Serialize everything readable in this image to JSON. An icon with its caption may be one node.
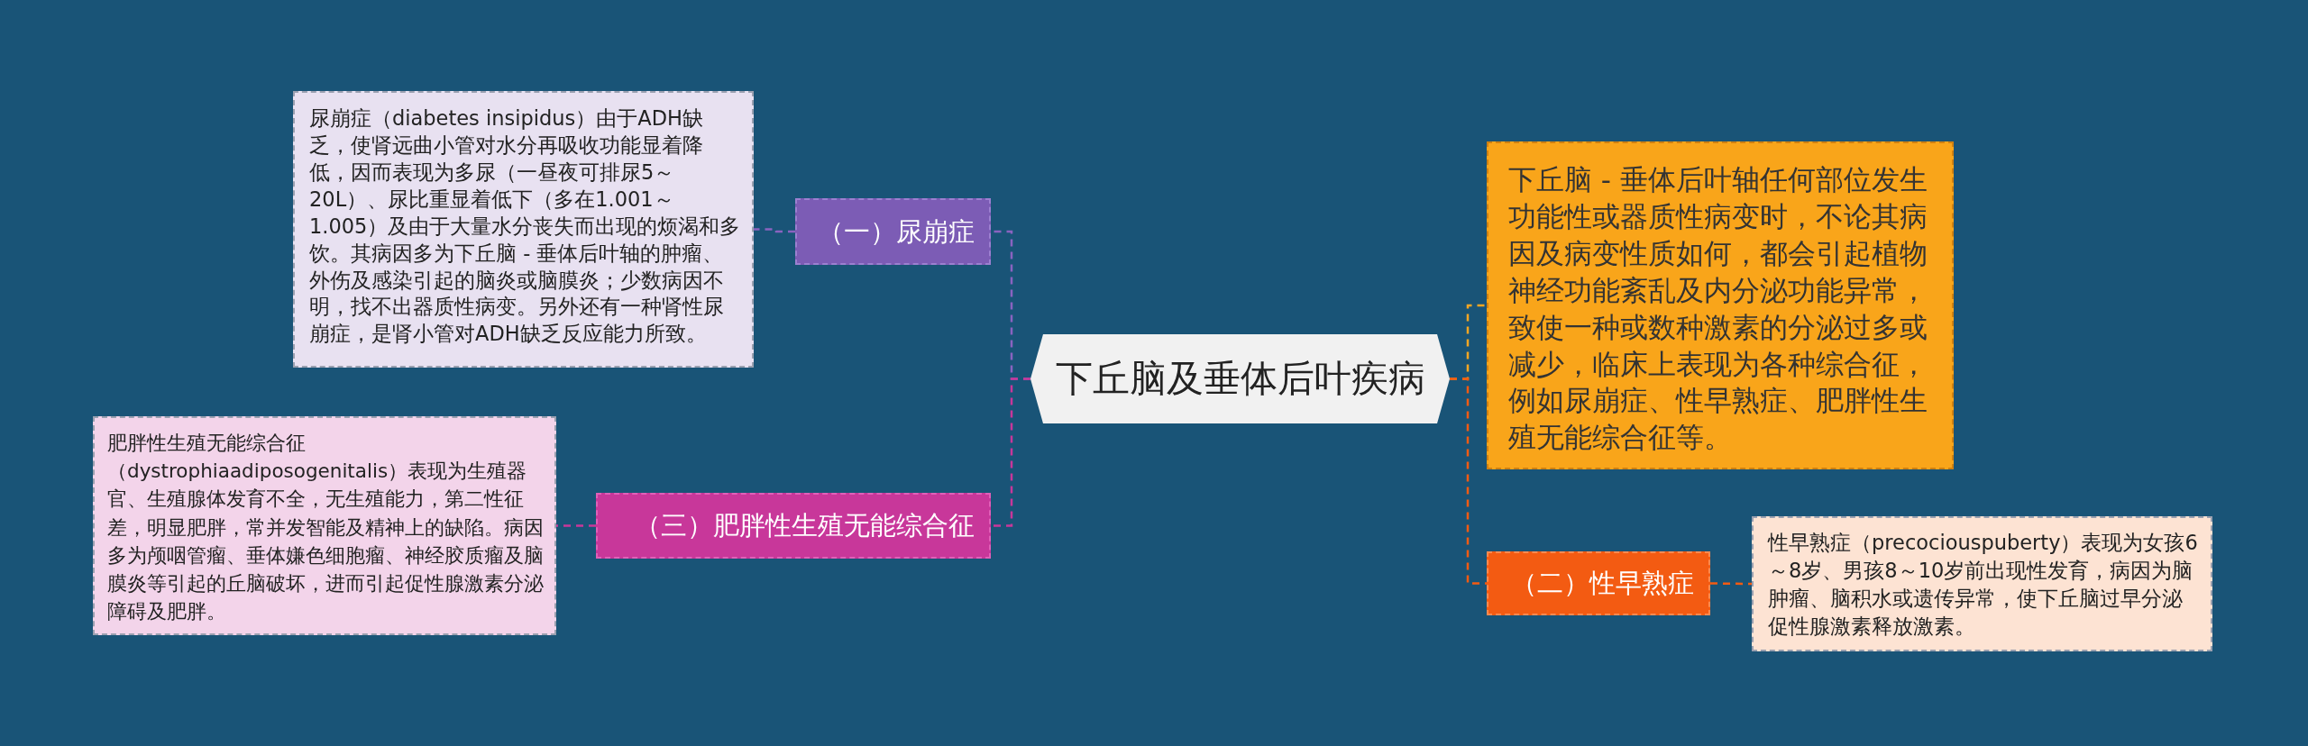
{
  "diagram": {
    "nodes": [
      {
        "text": [
          "下丘脑及垂体后叶疾病"
        ]
      },
      {
        "text": [
          "（一）尿崩症"
        ]
      },
      {
        "text": [
          "尿崩症（diabetes insipidus）由于ADH缺乏，使肾远曲小管对水分再吸收功能显着降低，因而表现为多尿（一昼夜可排尿5～20L）、尿比重显着低下（多在1.001～1.005）及由于大量水分丧失而出现的烦渴和多饮。其病因多为下丘脑 - 垂体后叶轴的肿瘤、外伤及感染引起的脑炎或脑膜炎；少数病因不明，找不出器质性病变。另外还有一种肾性尿崩症，是肾小管对ADH缺乏反应能力所致。"
        ]
      },
      {
        "text": [
          "下丘脑 - 垂体后叶轴任何部位发生功能性或器质性病变时，不论其病因及病变性质如何，都会引起植物神经功能紊乱及内分泌功能异常，致使一种或数种激素的分泌过多或减少，临床上表现为各种综合征，例如尿崩症、性早熟症、肥胖性生殖无能综合征等。"
        ]
      },
      {
        "text": [
          "（三）肥胖性生殖无能综合征"
        ]
      },
      {
        "text": [
          "肥胖性生殖无能综合征（dystrophiaadiposogenitalis）表现为生殖器官、生殖腺体发育不全，无生殖能力，第二性征差，明显肥胖，常并发智能及精神上的缺陷。病因多为颅咽管瘤、垂体嫌色细胞瘤、神经胶质瘤及脑膜炎等引起的丘脑破坏，进而引起促性腺激素分泌障碍及肥胖。"
        ]
      },
      {
        "text": [
          "（二）性早熟症"
        ]
      },
      {
        "text": [
          "性早熟症（precociouspuberty）表现为女孩6～8岁、男孩8～10岁前出现性发育，病因为脑肿瘤、脑积水或遗传异常，使下丘脑过早分泌促性腺激素释放激素。"
        ]
      }
    ],
    "edges": [
      {
        "from": 0,
        "to": 1,
        "arrow": "none",
        "style": "dashed",
        "color": "#8a63c0"
      },
      {
        "from": 1,
        "to": 2,
        "arrow": "none",
        "style": "dashed",
        "color": "#8a63c0"
      },
      {
        "from": 0,
        "to": 3,
        "arrow": "none",
        "style": "dashed",
        "color": "#f5a623"
      },
      {
        "from": 0,
        "to": 4,
        "arrow": "none",
        "style": "dashed",
        "color": "#c8379a"
      },
      {
        "from": 4,
        "to": 5,
        "arrow": "none",
        "style": "dashed",
        "color": "#c8379a"
      },
      {
        "from": 0,
        "to": 6,
        "arrow": "none",
        "style": "dashed",
        "color": "#f35b12"
      },
      {
        "from": 6,
        "to": 7,
        "arrow": "none",
        "style": "dashed",
        "color": "#f35b12"
      }
    ]
  }
}
